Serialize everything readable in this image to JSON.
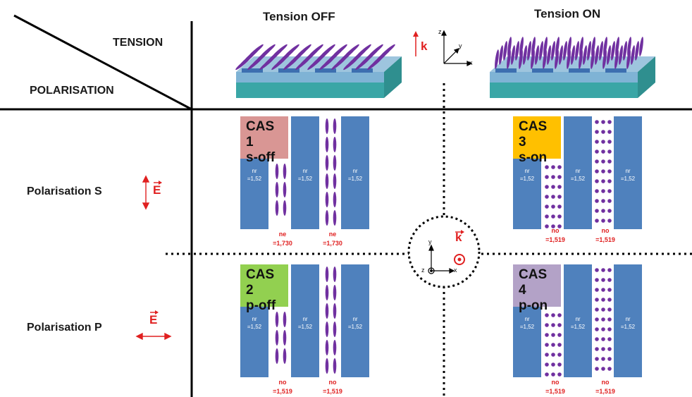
{
  "colors": {
    "pillar": "#4f81bd",
    "lc": "#7030a0",
    "arrow": "#e02020",
    "cas1_bg": "#d99694",
    "cas2_bg": "#92d050",
    "cas3_bg": "#ffc000",
    "cas4_bg": "#b3a2c7",
    "substrate_top": "#7fb3d5",
    "substrate_bot": "#3aa6a6"
  },
  "header": {
    "tension_off": "Tension OFF",
    "tension_on": "Tension ON",
    "tension": "TENSION",
    "polarisation": "POLARISATION"
  },
  "rows": {
    "pol_s": "Polarisation S",
    "pol_p": "Polarisation P"
  },
  "vectors": {
    "k": "k",
    "e": "E"
  },
  "axes": {
    "x": "x",
    "y": "y",
    "z": "z"
  },
  "cases": [
    {
      "id": "CAS 1",
      "mode": "s-off",
      "liquid": "ne",
      "liquid_value": "=1,730"
    },
    {
      "id": "CAS 3",
      "mode": "s-on",
      "liquid": "no",
      "liquid_value": "=1,519"
    },
    {
      "id": "CAS 2",
      "mode": "p-off",
      "liquid": "no",
      "liquid_value": "=1,519"
    },
    {
      "id": "CAS 4",
      "mode": "p-on",
      "liquid": "no",
      "liquid_value": "=1,519"
    }
  ],
  "pillar": {
    "label": "nr",
    "value": "=1,52"
  }
}
